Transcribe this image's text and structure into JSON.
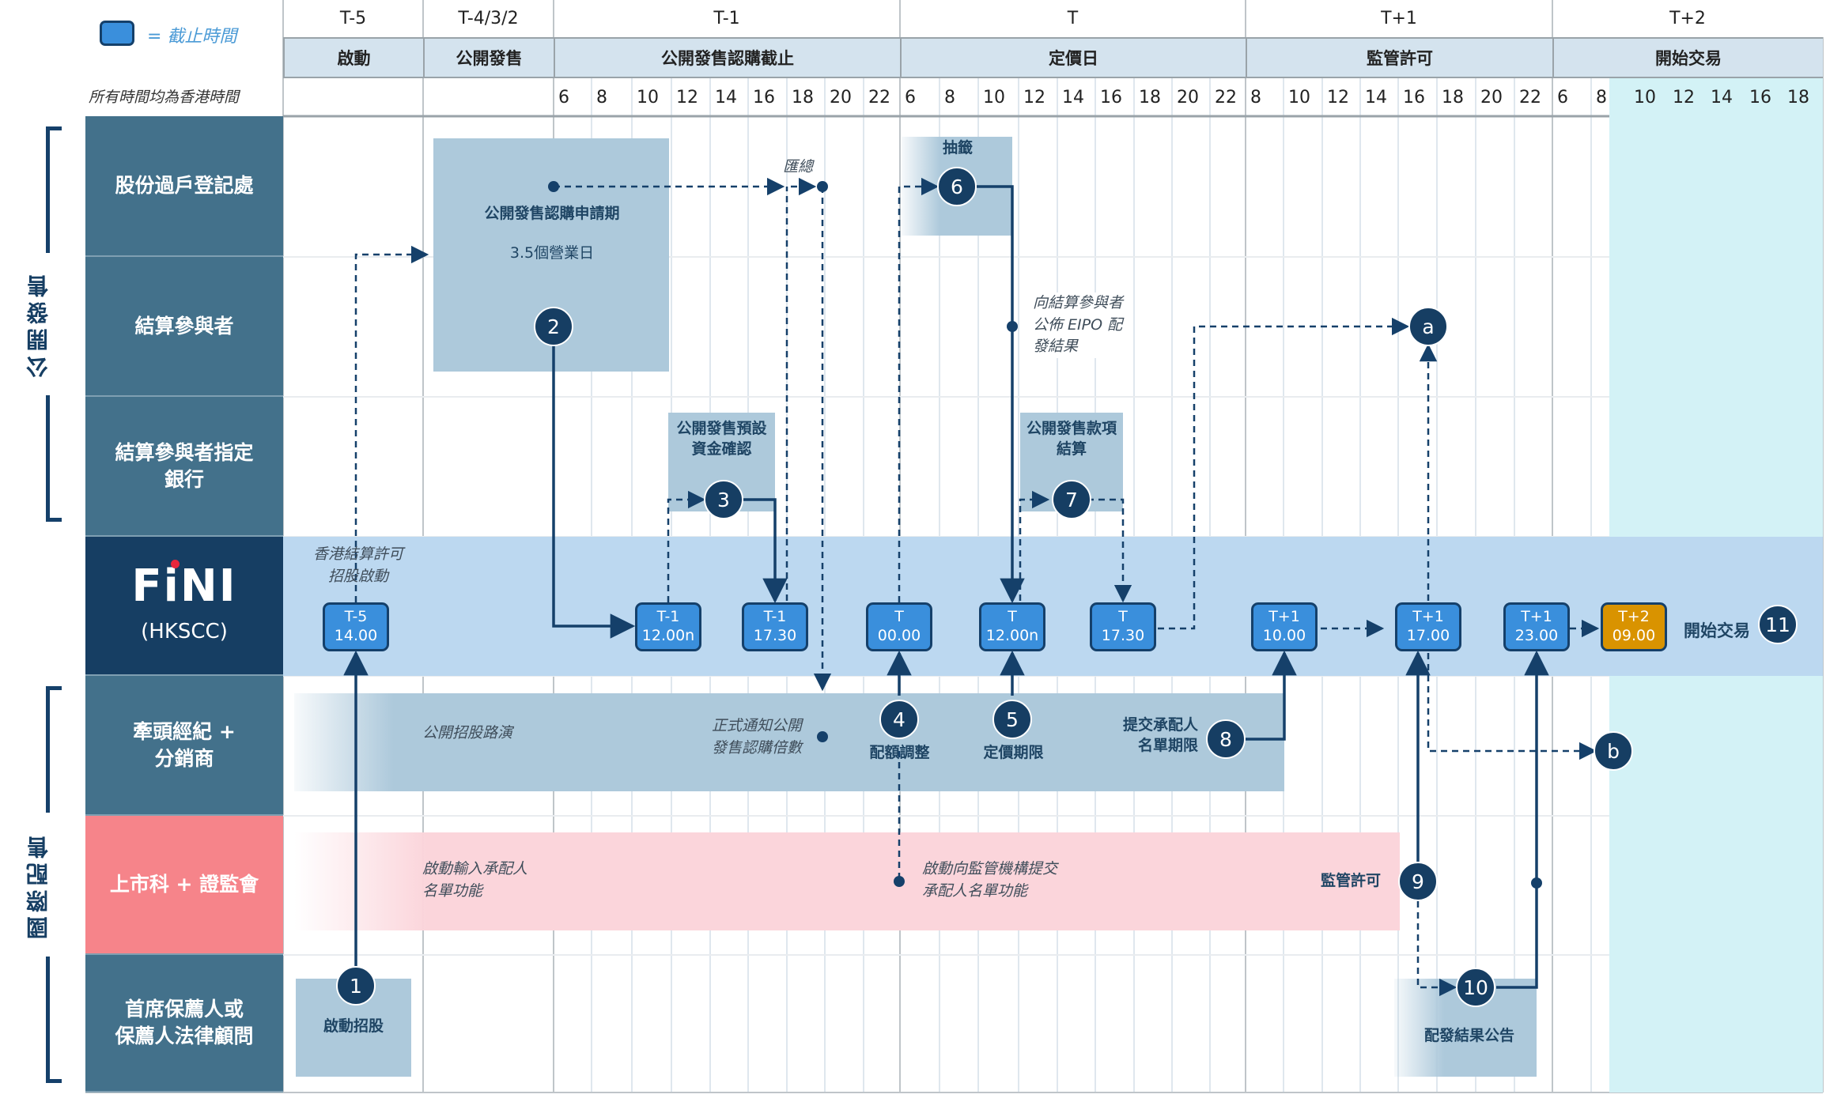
{
  "legend": {
    "swatch_color": "#3a8fdc",
    "text": "= 截止時間",
    "timezone_note": "所有時間均為香港時間"
  },
  "header": {
    "days": [
      {
        "day": "T-5",
        "phase": "啟動"
      },
      {
        "day": "T-4/3/2",
        "phase": "公開發售"
      },
      {
        "day": "T-1",
        "phase": "公開發售認購截止"
      },
      {
        "day": "T",
        "phase": "定價日"
      },
      {
        "day": "T+1",
        "phase": "監管許可"
      },
      {
        "day": "T+2",
        "phase": "開始交易"
      }
    ],
    "hours": {
      "T-1": [
        "6",
        "8",
        "10",
        "12",
        "14",
        "16",
        "18",
        "20",
        "22"
      ],
      "T": [
        "6",
        "8",
        "10",
        "12",
        "14",
        "16",
        "18",
        "20",
        "22"
      ],
      "T+1": [
        "8",
        "10",
        "12",
        "14",
        "16",
        "18",
        "20",
        "22"
      ],
      "T+2": [
        "6",
        "8",
        "10",
        "12",
        "14",
        "16",
        "18"
      ]
    }
  },
  "groups": [
    {
      "label": "公開發售"
    },
    {
      "label": "國際配售"
    }
  ],
  "rows": [
    {
      "label": "股份過戶登記處"
    },
    {
      "label": "結算參與者"
    },
    {
      "label": "結算參與者指定\n銀行"
    },
    {
      "label_logo": "FiNI",
      "label_sub": "(HKSCC)"
    },
    {
      "label": "牽頭經紀 +\n分銷商"
    },
    {
      "label": "上市科 + 證監會"
    },
    {
      "label": "首席保薦人或\n保薦人法律顧問"
    }
  ],
  "colors": {
    "row_label_bg": "#43718b",
    "fini_label_bg": "#163e63",
    "regulator_label_bg": "#f6848a",
    "fini_band": "#bcd8f0",
    "activity_box": "#adc9db",
    "regulator_band": "#fbd5db",
    "trading_shade": "#d3f2f6",
    "step_circle": "#163e63",
    "deadline_box": "#3a8fdc",
    "trading_box": "#d99300",
    "fini_dot": "#e8263c"
  },
  "boxes": {
    "subscription_period_title": "公開發售認購申請期",
    "subscription_period_days": "3.5個營業日",
    "ballot": "抽籤",
    "prefund_confirm": "公開發售預設\n資金確認",
    "settlement": "公開發售款項\n結算",
    "launch_offering": "啟動招股",
    "allotment_announcement": "配發結果公告"
  },
  "notes": {
    "aggregate": "匯總",
    "publish_results": "向結算參與者\n公佈 EIPO 配\n發結果",
    "hkscc_approval": "香港結算許可\n招股啟動",
    "roadshow": "公開招股路演",
    "notify_oversub": "正式通知公開\n發售認購倍數",
    "enable_placee_input": "啟動輸入承配人\n名單功能",
    "enable_submit_regulator": "啟動向監管機構提交\n承配人名單功能"
  },
  "step_labels": {
    "s4": "配額調整",
    "s5": "定價期限",
    "s8": "提交承配人\n名單期限",
    "s9": "監管許可",
    "s11": "開始交易"
  },
  "deadlines": [
    {
      "day": "T-5",
      "time": "14.00"
    },
    {
      "day": "T-1",
      "time": "12.00n"
    },
    {
      "day": "T-1",
      "time": "17.30"
    },
    {
      "day": "T",
      "time": "00.00"
    },
    {
      "day": "T",
      "time": "12.00n"
    },
    {
      "day": "T",
      "time": "17.30"
    },
    {
      "day": "T+1",
      "time": "10.00"
    },
    {
      "day": "T+1",
      "time": "17.00"
    },
    {
      "day": "T+1",
      "time": "23.00"
    },
    {
      "day": "T+2",
      "time": "09.00",
      "highlight": true
    }
  ],
  "steps": [
    "1",
    "2",
    "3",
    "4",
    "5",
    "6",
    "7",
    "8",
    "9",
    "10",
    "11",
    "a",
    "b"
  ]
}
